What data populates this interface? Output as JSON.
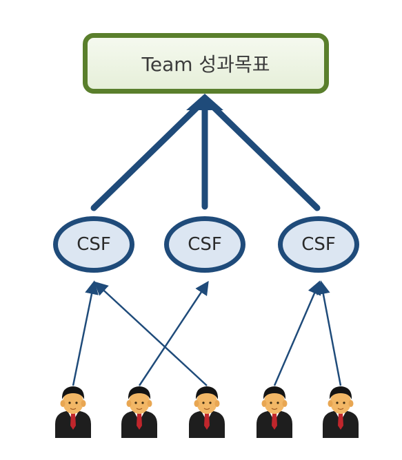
{
  "goal": {
    "label": "Team 성과목표"
  },
  "csfs": [
    {
      "label": "CSF"
    },
    {
      "label": "CSF"
    },
    {
      "label": "CSF"
    }
  ],
  "people_count": 5,
  "colors": {
    "goal_border": "#5a7f2c",
    "goal_fill": "#eef4e6",
    "csf_border": "#1f4b7a",
    "csf_fill": "#dce6f2",
    "arrow": "#1f4b7a"
  }
}
